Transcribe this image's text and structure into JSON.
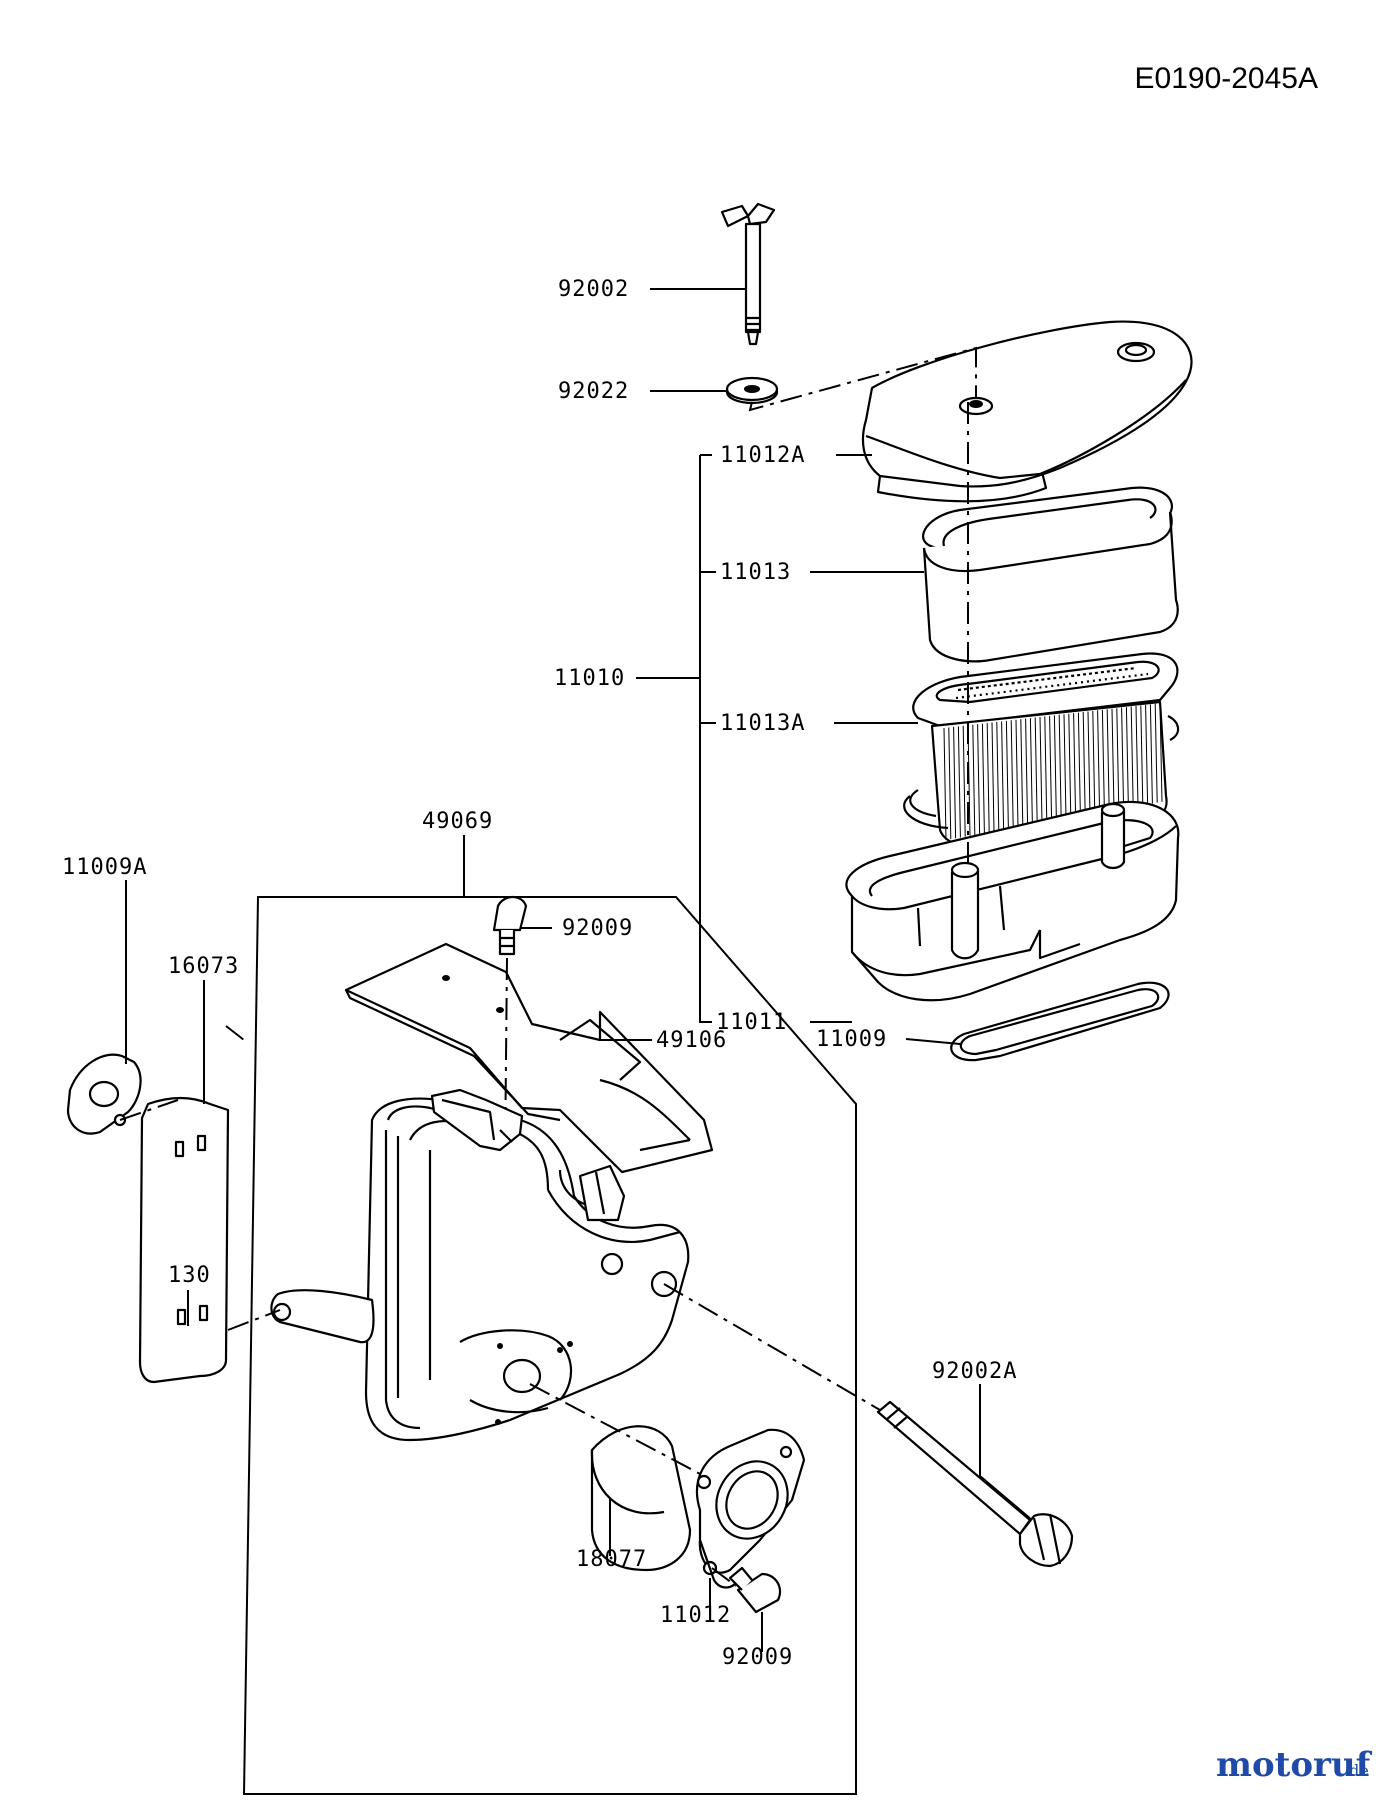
{
  "diagram_code": "E0190-2045A",
  "parts": {
    "p92002": "92002",
    "p92022": "92022",
    "p11012A": "11012A",
    "p11013": "11013",
    "p11010": "11010",
    "p11013A": "11013A",
    "p11011": "11011",
    "p11009": "11009",
    "p49069": "49069",
    "p11009A": "11009A",
    "p16073": "16073",
    "p92009_top": "92009",
    "p49106": "49106",
    "p130": "130",
    "p92002A": "92002A",
    "p18077": "18077",
    "p11012": "11012",
    "p92009_bottom": "92009"
  },
  "watermark": {
    "brand": "motoruf",
    "tld": ".de"
  }
}
